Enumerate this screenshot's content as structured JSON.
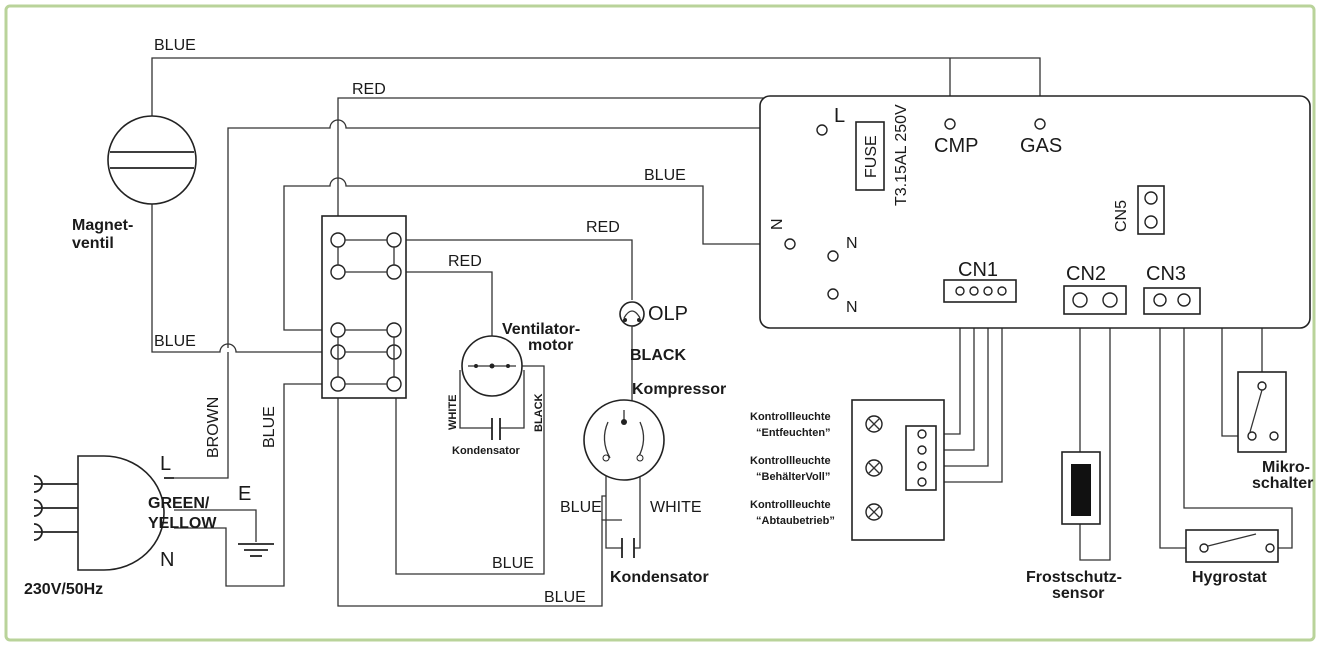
{
  "colors": {
    "border": "#b9d39a",
    "line": "#333333",
    "sensor": "#111111"
  },
  "wire_labels": {
    "blue_top": "BLUE",
    "red_top": "RED",
    "blue_mid": "BLUE",
    "red_mid": "RED",
    "red_fan": "RED",
    "blue_left": "BLUE",
    "brown": "BROWN",
    "blue_vertical": "BLUE",
    "black_olp": "BLACK",
    "blue_fan_bottom": "BLUE",
    "blue_bottom": "BLUE",
    "blue_comp": "BLUE",
    "white_comp": "WHITE",
    "white_fan": "WHITE",
    "black_fan": "BLACK"
  },
  "plug": {
    "l": "L",
    "e": "E",
    "n": "N",
    "green_yellow_1": "GREEN/",
    "green_yellow_2": "YELLOW",
    "voltage": "230V/50Hz"
  },
  "magnet_valve": {
    "line1": "Magnet-",
    "line2": "ventil"
  },
  "fan_motor": {
    "line1": "Ventilator-",
    "line2": "motor",
    "capacitor": "Kondensator"
  },
  "compressor": {
    "olp": "OLP",
    "label": "Kompressor",
    "capacitor": "Kondensator"
  },
  "pcb": {
    "l": "L",
    "n_top": "N",
    "n_mid": "N",
    "n_bot": "N",
    "fuse": "FUSE",
    "fuse_rating": "T3.15AL 250V",
    "cmp": "CMP",
    "gas": "GAS",
    "cn1": "CN1",
    "cn2": "CN2",
    "cn3": "CN3",
    "cn5": "CN5"
  },
  "lamps": [
    {
      "line1": "Kontrollleuchte",
      "line2": "“Entfeuchten”"
    },
    {
      "line1": "Kontrollleuchte",
      "line2": "“BehälterVoll”"
    },
    {
      "line1": "Kontrollleuchte",
      "line2": "“Abtaubetrieb”"
    }
  ],
  "sensors": {
    "frost_1": "Frostschutz-",
    "frost_2": "sensor",
    "hygrostat": "Hygrostat",
    "micro_1": "Mikro-",
    "micro_2": "schalter"
  }
}
